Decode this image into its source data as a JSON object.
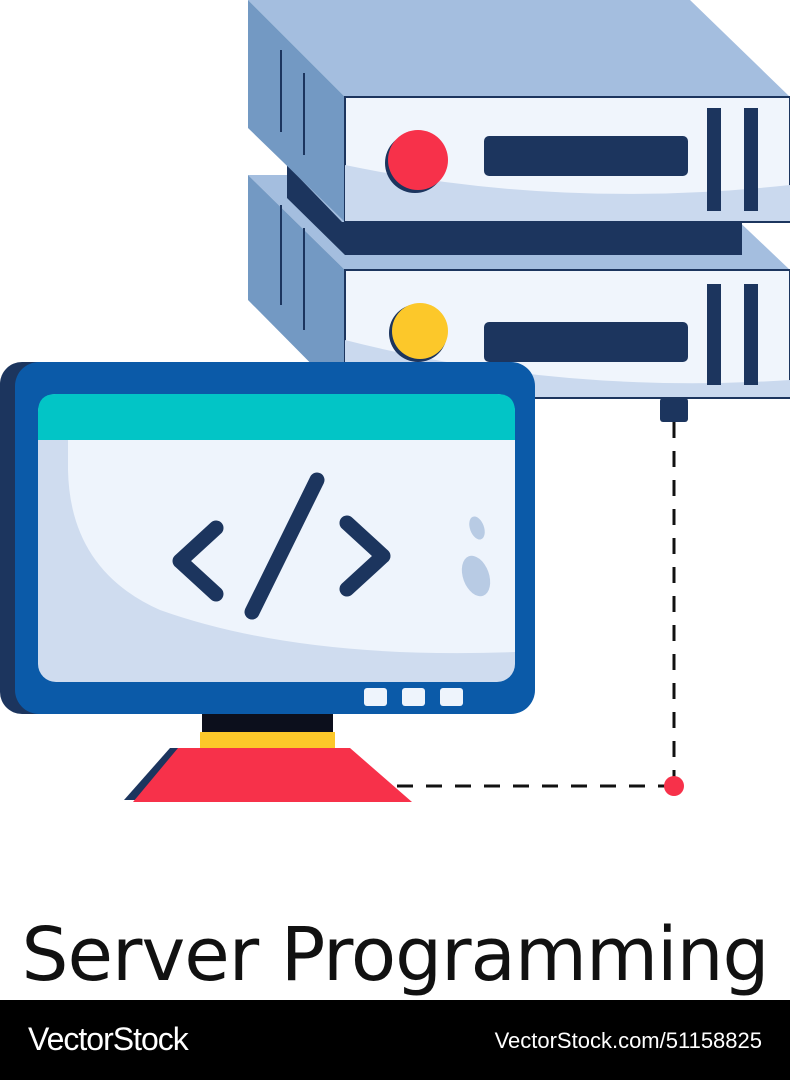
{
  "caption": "Server Programming",
  "footer": {
    "brand": "VectorStock",
    "ref": "VectorStock.com/51158825"
  },
  "illustration": {
    "icons": [
      "server-rack-icon",
      "monitor-icon",
      "code-brackets-icon",
      "network-cable-icon"
    ],
    "colors": {
      "server_top": "#a4bedf",
      "server_side": "#7399c3",
      "server_front": "#f0f5fc",
      "navy": "#1c355e",
      "led_red": "#f7314a",
      "led_yellow": "#fcc82a",
      "monitor_frame": "#0b5aa8",
      "screen_header": "#02c5c6",
      "screen_body": "#eef4fc",
      "stand_base": "#f7314a"
    }
  }
}
